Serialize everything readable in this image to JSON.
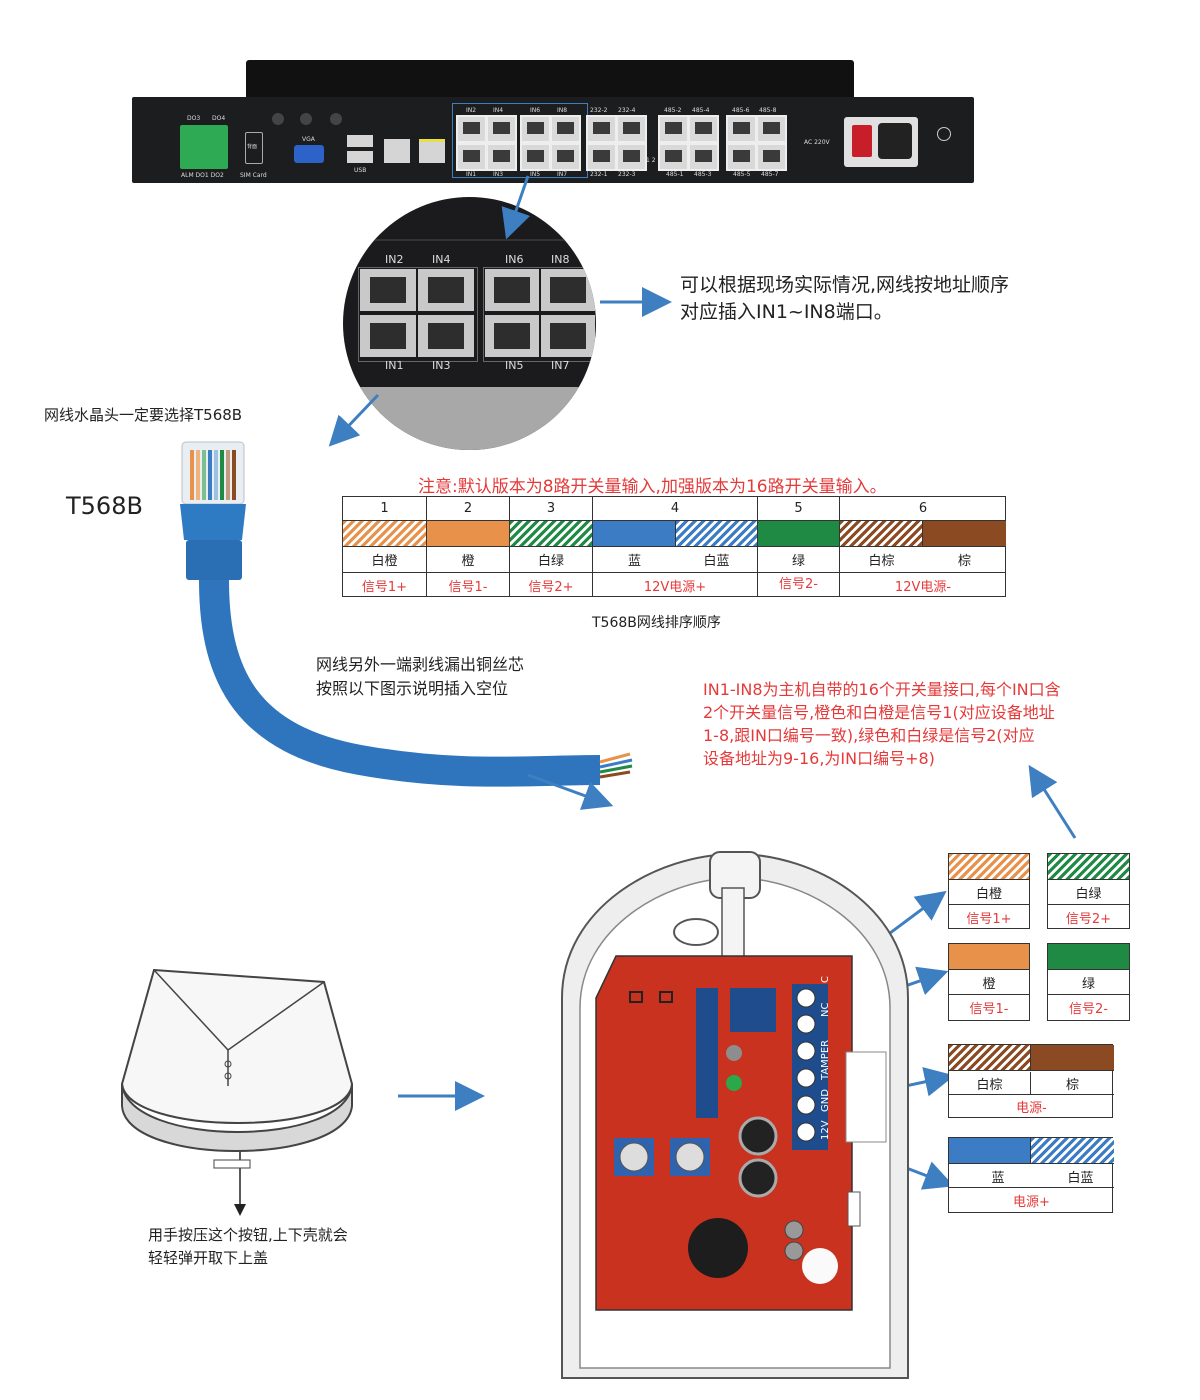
{
  "device": {
    "labels": {
      "do3": "DO3",
      "do4": "DO4",
      "alm": "ALM DO1 DO2",
      "sim": "SIM Card",
      "sim_icon": "背面",
      "vga": "VGA",
      "usb": "USB",
      "in2": "IN2",
      "in4": "IN4",
      "in6": "IN6",
      "in8": "IN8",
      "in1": "IN1",
      "in3": "IN3",
      "in5": "IN5",
      "in7": "IN7",
      "r232_2": "232-2",
      "r232_4": "232-4",
      "r232_1": "232-1",
      "r232_3": "232-3",
      "r12": "1 2",
      "r485_2": "485-2",
      "r485_4": "485-4",
      "r485_6": "485-6",
      "r485_8": "485-8",
      "r485_1": "485-1",
      "r485_3": "485-3",
      "r485_5": "485-5",
      "r485_7": "485-7",
      "ac": "AC 220V"
    }
  },
  "zoom": {
    "in2": "IN2",
    "in4": "IN4",
    "in6": "IN6",
    "in8": "IN8",
    "in1": "IN1",
    "in3": "IN3",
    "in5": "IN5",
    "in7": "IN7"
  },
  "notes": {
    "zoom_line1": "可以根据现场实际情况,网线按地址顺序",
    "zoom_line2": "对应插入IN1~IN8端口。",
    "crystal": "网线水晶头一定要选择T568B",
    "t568b": "T568B",
    "warning": "注意:默认版本为8路开关量输入,加强版本为16路开关量输入。",
    "table_caption": "T568B网线排序顺序",
    "strip_line1": "网线另外一端剥线漏出铜丝芯",
    "strip_line2": "按照以下图示说明插入空位",
    "in_desc_line1": "IN1-IN8为主机自带的16个开关量接口,每个IN口含",
    "in_desc_line2": "2个开关量信号,橙色和白橙是信号1(对应设备地址",
    "in_desc_line3": "1-8,跟IN口编号一致),绿色和白绿是信号2(对应",
    "in_desc_line4": "设备地址为9-16,为IN口编号+8)",
    "press_line1": "用手按压这个按钮,上下壳就会",
    "press_line2": "轻轻弹开取下上盖"
  },
  "table": {
    "pins": [
      "1",
      "2",
      "3",
      "4",
      "5",
      "6"
    ],
    "names": [
      "白橙",
      "橙",
      "白绿",
      "蓝",
      "白蓝",
      "绿",
      "白棕",
      "棕"
    ],
    "signals": [
      "信号1+",
      "信号1-",
      "信号2+",
      "12V电源+",
      "信号2-",
      "12V电源-"
    ]
  },
  "terminal": {
    "labels": [
      "C",
      "NC",
      "TAMPER",
      "GND",
      "12V"
    ]
  },
  "legend": {
    "white_orange": {
      "name": "白橙",
      "signal": "信号1+"
    },
    "white_green": {
      "name": "白绿",
      "signal": "信号2+"
    },
    "orange": {
      "name": "橙",
      "signal": "信号1-"
    },
    "green": {
      "name": "绿",
      "signal": "信号2-"
    },
    "white_brown": "白棕",
    "brown": "棕",
    "power_minus": "电源-",
    "blue": "蓝",
    "white_blue": "白蓝",
    "power_plus": "电源+"
  },
  "colors": {
    "orange": "#e8914a",
    "green": "#1e8a44",
    "blue": "#3b7cc4",
    "brown": "#8b4a22",
    "pcb": "#c8321f",
    "arrow": "#3d7fc1",
    "note_red": "#e53a3a"
  }
}
